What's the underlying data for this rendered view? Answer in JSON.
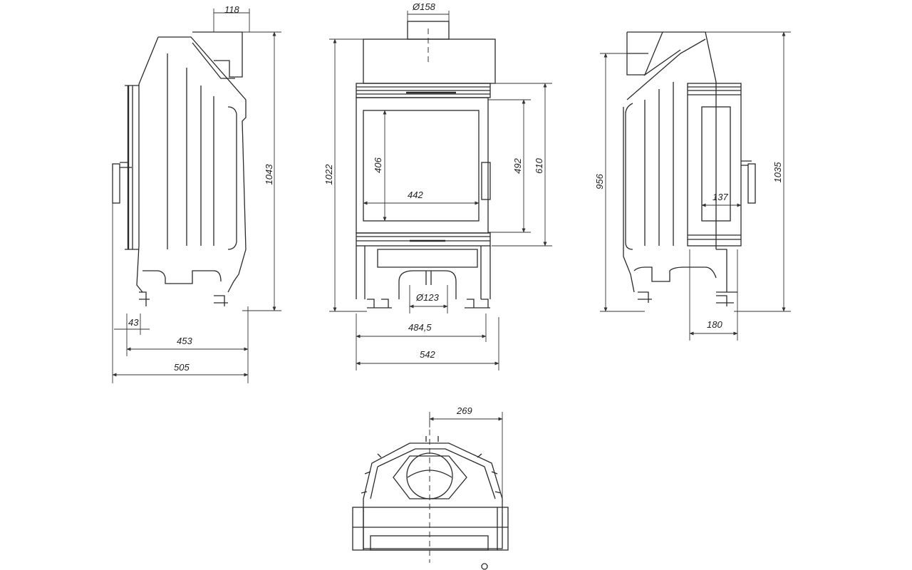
{
  "dimensions": {
    "side_flue_offset": "118",
    "side_height": "1043",
    "side_base_depth": "43",
    "side_depth_453": "453",
    "side_depth_505": "505",
    "front_flue_diameter": "Ø158",
    "front_height": "1022",
    "glass_height": "406",
    "glass_width": "442",
    "door_height_492": "492",
    "door_height_610": "610",
    "air_inlet_diameter": "Ø123",
    "leg_span": "484,5",
    "front_width": "542",
    "right_height_956": "956",
    "right_height_1035": "1035",
    "side_glass_width": "137",
    "right_depth": "180",
    "top_flue_offset": "269"
  }
}
